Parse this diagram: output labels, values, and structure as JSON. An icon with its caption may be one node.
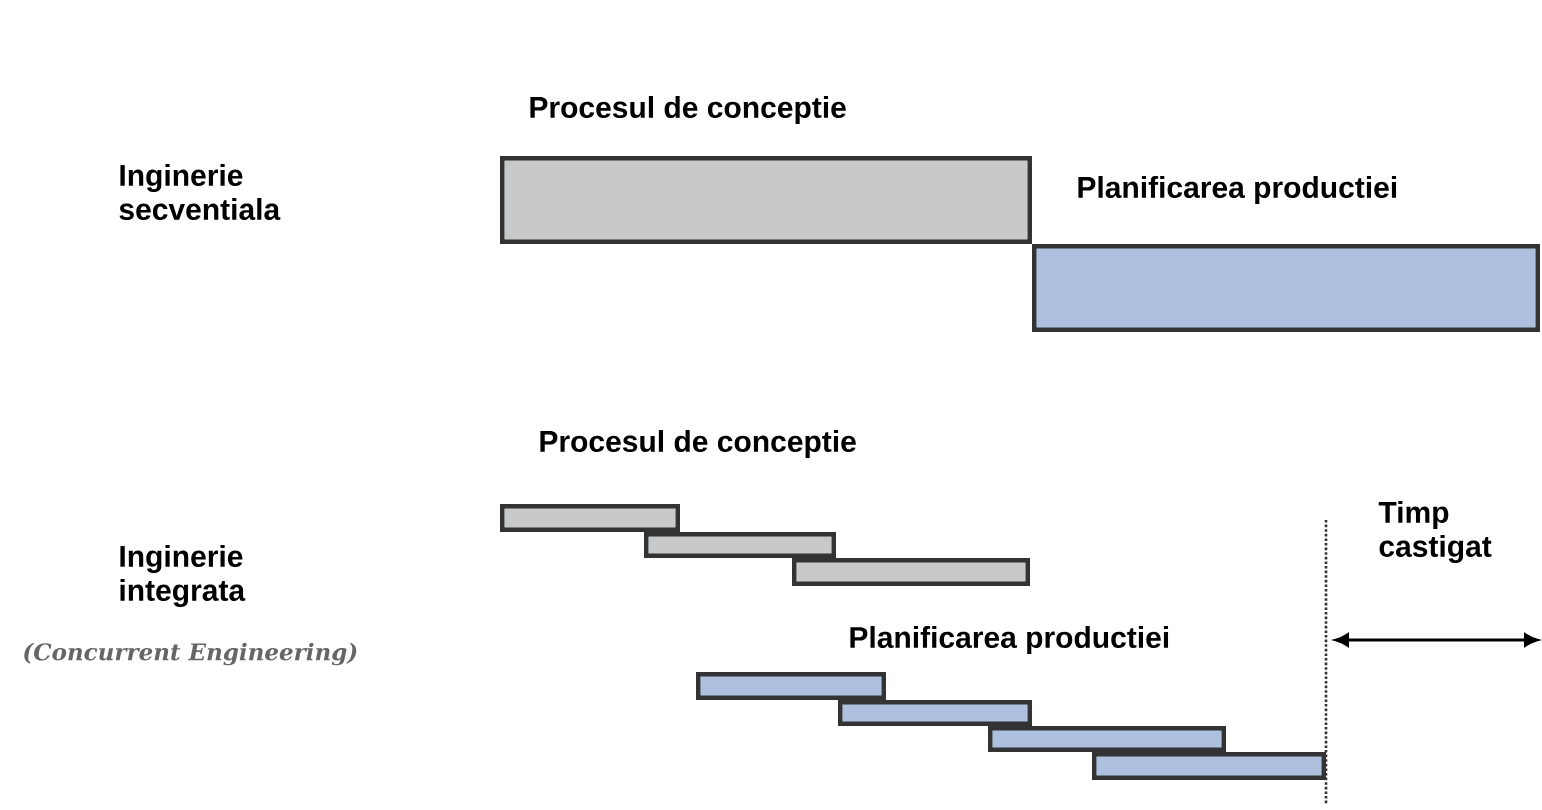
{
  "diagram": {
    "nodes": [
      {
        "text": [],
        "shape": "bar"
      },
      {
        "text": [],
        "shape": "bar"
      },
      {
        "text": [],
        "shape": "bar"
      },
      {
        "text": [],
        "shape": "bar"
      },
      {
        "text": [],
        "shape": "bar"
      },
      {
        "text": [],
        "shape": "bar"
      },
      {
        "text": [],
        "shape": "bar"
      },
      {
        "text": [],
        "shape": "bar"
      },
      {
        "text": [],
        "shape": "bar"
      }
    ],
    "edges": [],
    "labels": [
      "Procesul de conceptie",
      "Inginerie secventiala",
      "Planificarea productiei",
      "Procesul de conceptie",
      "Timp castigat",
      "Inginerie integrata",
      "(Concurrent Engineering)",
      "Planificarea productiei"
    ]
  }
}
